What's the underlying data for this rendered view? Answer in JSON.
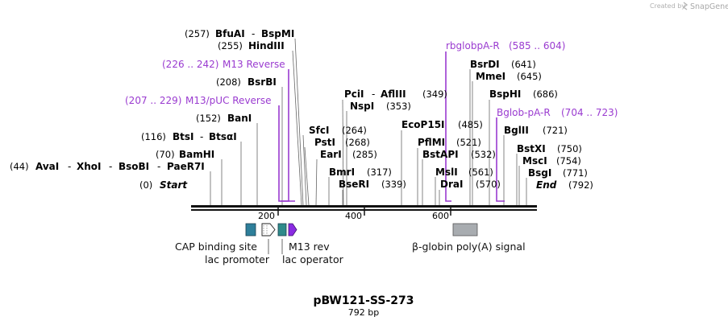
{
  "credit": {
    "created_by": "Created by",
    "brand": "SnapGene"
  },
  "map": {
    "name": "pBW121-SS-273",
    "length": "792 bp",
    "start_label": "Start",
    "start_pos": "(0)",
    "end_label": "End",
    "end_pos": "(792)"
  },
  "ticks": [
    "200",
    "400",
    "600"
  ],
  "sites": [
    {
      "pos": "(257)",
      "names": [
        "BfuAI",
        "BspMI"
      ]
    },
    {
      "pos": "(255)",
      "names": [
        "HindIII"
      ]
    },
    {
      "pos": "(208)",
      "names": [
        "BsrBI"
      ]
    },
    {
      "pos": "(152)",
      "names": [
        "BanI"
      ]
    },
    {
      "pos": "(116)",
      "names": [
        "BtsI",
        "BtsαI"
      ]
    },
    {
      "pos": "(70)",
      "names": [
        "BamHI"
      ]
    },
    {
      "pos": "(44)",
      "names": [
        "AvaI",
        "XhoI",
        "BsoBI",
        "PaeR7I"
      ]
    },
    {
      "pos": "(264)",
      "names": [
        "SfcI"
      ]
    },
    {
      "pos": "(268)",
      "names": [
        "PstI"
      ]
    },
    {
      "pos": "(285)",
      "names": [
        "EarI"
      ]
    },
    {
      "pos": "(317)",
      "names": [
        "BmrI"
      ]
    },
    {
      "pos": "(339)",
      "names": [
        "BseRI"
      ]
    },
    {
      "pos": "(349)",
      "names": [
        "PciI",
        "AflIII"
      ]
    },
    {
      "pos": "(353)",
      "names": [
        "NspI"
      ]
    },
    {
      "pos": "(485)",
      "names": [
        "EcoP15I"
      ]
    },
    {
      "pos": "(521)",
      "names": [
        "PflMI"
      ]
    },
    {
      "pos": "(532)",
      "names": [
        "BstAPI"
      ]
    },
    {
      "pos": "(561)",
      "names": [
        "MslI"
      ]
    },
    {
      "pos": "(570)",
      "names": [
        "DraI"
      ]
    },
    {
      "pos": "(641)",
      "names": [
        "BsrDI"
      ]
    },
    {
      "pos": "(645)",
      "names": [
        "MmeI"
      ]
    },
    {
      "pos": "(686)",
      "names": [
        "BspHI"
      ]
    },
    {
      "pos": "(721)",
      "names": [
        "BglII"
      ]
    },
    {
      "pos": "(750)",
      "names": [
        "BstXI"
      ]
    },
    {
      "pos": "(754)",
      "names": [
        "MscI"
      ]
    },
    {
      "pos": "(771)",
      "names": [
        "BsgI"
      ]
    }
  ],
  "primers": [
    {
      "name": "M13 Reverse",
      "range": "(226 .. 242)"
    },
    {
      "name": "M13/pUC Reverse",
      "range": "(207 .. 229)"
    },
    {
      "name": "rbglobpA-R",
      "range": "(585 .. 604)"
    },
    {
      "name": "Bglob-pA-R",
      "range": "(704 .. 723)"
    }
  ],
  "features": {
    "cap": "CAP binding site",
    "lac_promoter": "lac promoter",
    "m13_rev": "M13 rev",
    "lac_operator": "lac operator",
    "globin": "β-globin poly(A) signal"
  },
  "colors": {
    "primer": "#9a3bd0",
    "cap": "#2e7f9a",
    "operator": "#2e8a8a",
    "m13": "#8a2be2",
    "polyA": "#a8acb0"
  }
}
